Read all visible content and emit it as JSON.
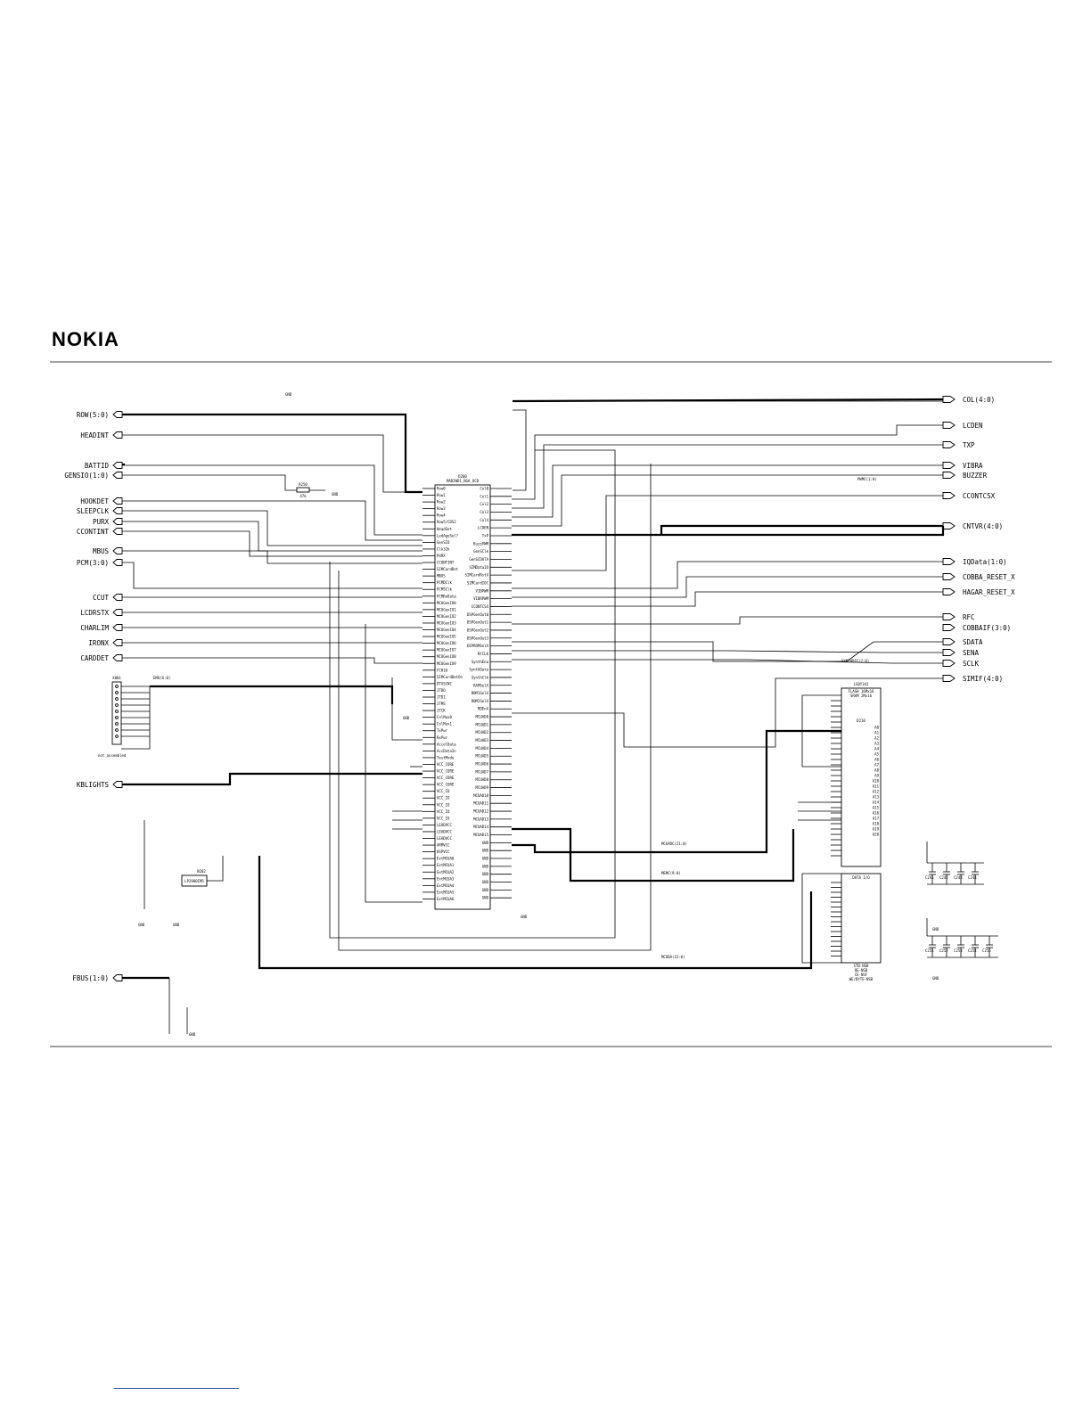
{
  "header": {
    "logo": "NOKIA"
  },
  "schematic": {
    "left_ports": [
      {
        "id": "row",
        "label": "ROW(5:0)"
      },
      {
        "id": "headint",
        "label": "HEADINT"
      },
      {
        "id": "battid",
        "label": "BATTID"
      },
      {
        "id": "genseio",
        "label": "GENSIO(1:0)"
      },
      {
        "id": "hookdet",
        "label": "HOOKDET"
      },
      {
        "id": "sleepclk",
        "label": "SLEEPCLK"
      },
      {
        "id": "purx",
        "label": "PURX"
      },
      {
        "id": "ccontint",
        "label": "CCONTINT"
      },
      {
        "id": "mbus",
        "label": "MBUS"
      },
      {
        "id": "pcm",
        "label": "PCM(3:0)"
      },
      {
        "id": "ccut",
        "label": "CCUT"
      },
      {
        "id": "lcdrstx",
        "label": "LCDRSTX"
      },
      {
        "id": "charlim",
        "label": "CHARLIM"
      },
      {
        "id": "irons",
        "label": "IRONX"
      },
      {
        "id": "carddet",
        "label": "CARDDET"
      },
      {
        "id": "kblights",
        "label": "KBLIGHTS"
      },
      {
        "id": "fbus",
        "label": "FBUS(1:0)"
      }
    ],
    "right_ports": [
      {
        "id": "col",
        "label": "COL(4:0)"
      },
      {
        "id": "lcden",
        "label": "LCDEN"
      },
      {
        "id": "txp",
        "label": "TXP"
      },
      {
        "id": "vibra",
        "label": "VIBRA"
      },
      {
        "id": "buzzer",
        "label": "BUZZER"
      },
      {
        "id": "ccontcsx",
        "label": "CCONTCSX"
      },
      {
        "id": "cntvr",
        "label": "CNTVR(4:0)"
      },
      {
        "id": "iqdata",
        "label": "IQData(1:0)"
      },
      {
        "id": "cobba_reset",
        "label": "COBBA_RESET_X"
      },
      {
        "id": "hagar_reset",
        "label": "HAGAR_RESET_X"
      },
      {
        "id": "rfc",
        "label": "RFC"
      },
      {
        "id": "cobbaif",
        "label": "COBBAIF(3:0)"
      },
      {
        "id": "sdata",
        "label": "SDATA"
      },
      {
        "id": "sena",
        "label": "SENA"
      },
      {
        "id": "sclk",
        "label": "SCLK"
      },
      {
        "id": "simif",
        "label": "SIMIF(4:0)"
      }
    ],
    "bus_labels": {
      "mcuadc": "MCUADC(21:0)",
      "memc": "MEMC(9:0)",
      "mcuda": "MCUDA(15:0)",
      "emu": "EMU(6:0)",
      "pwmc": "PWMC(1:0)",
      "synthdfc": "SYNTHDFC(2:0)"
    },
    "components": {
      "mad_ref": "D200",
      "mad_part": "MAD2WD1_BGA_OCB",
      "flash_ref": "D210",
      "flash_title": "LS0Y341",
      "flash_sub1": "FLASH 16Mx16",
      "flash_sub2": "SRAM 2Mx16",
      "data_io": "DATA I/O",
      "emu_ref": "X001",
      "emu_note": "not_assembled",
      "regulator": "LP2980IM5",
      "regulator_ref": "N202",
      "r250": "R250",
      "r250_val": "47k",
      "gnd": "GND"
    },
    "mad_left_pins": [
      "Row0",
      "Row1",
      "Row2",
      "Row3",
      "Row4",
      "Row5/CDS2",
      "HeadSet",
      "LedAgeSel?",
      "GenSIO",
      "Clk32k",
      "PURX",
      "CCONTINT",
      "SIMCardDet",
      "MBUS",
      "PCMDClk",
      "PCMSClk",
      "PCMRxData",
      "MCUGenIO0",
      "MCUGenIO1",
      "MCUGenIO2",
      "MCUGenIO3",
      "MCUGenIO4",
      "MCUGenIO5",
      "MCUGenIO6",
      "MCUGenIO7",
      "MCUGenIO8",
      "MCUGenIO9",
      "FCH10",
      "SIMCardDetOn",
      "DTXSCNC",
      "JTDO",
      "JTDI",
      "JTMS",
      "JTCK",
      "ColMux0",
      "ColMux1",
      "TxPwr",
      "RxPwr",
      "AccelData",
      "AccDataIn",
      "TestMode",
      "VCC_CORE",
      "VCC_CORE",
      "VCC_CORE",
      "VCC_CORE",
      "VCC_IO",
      "VCC_IO",
      "VCC_IO",
      "VCC_IO",
      "VCC_IO",
      "LEADVCC",
      "LEADVCC",
      "LEADVCC",
      "ARMVCC",
      "DSPVCC",
      "ExtMCUA0",
      "ExtMCUA1",
      "ExtMCUA2",
      "ExtMCUA3",
      "ExtMCUA4",
      "ExtMCUA5",
      "ExtMCUA6"
    ],
    "mad_right_pins": [
      "Col0",
      "Col1",
      "Col2",
      "Col3",
      "Col4",
      "LCDEN",
      "TxP",
      "BuzzPWM",
      "GenSClk",
      "GenSCDATA",
      "SIMDataIO",
      "SIMCardRstX",
      "SIMCardIOC",
      "VIBPWM",
      "VIBRPWM",
      "CCONTCSX",
      "DSPGenOut0",
      "DSPGenOut1",
      "DSPGenOut2",
      "DSPGenOut3",
      "EEPROMSelX",
      "RFCLK",
      "SynthEna",
      "SynthData",
      "SynthClk",
      "RAMSelX",
      "ROM1SelX",
      "ROM2SelX",
      "RDEnX",
      "MCUAD0",
      "MCUAD1",
      "MCUAD2",
      "MCUAD3",
      "MCUAD4",
      "MCUAD5",
      "MCUAD6",
      "MCUAD7",
      "MCUAD8",
      "MCUAD9",
      "MCUAD10",
      "MCUAD11",
      "MCUAD12",
      "MCUAD13",
      "MCUAD14",
      "MCUAD15",
      "GND",
      "GND",
      "GND",
      "GND",
      "GND",
      "GND",
      "GND",
      "GND"
    ],
    "flash_right_pins": [
      "A0",
      "A1",
      "A2",
      "A3",
      "A4",
      "A5",
      "A6",
      "A7",
      "A8",
      "A9",
      "A10",
      "A11",
      "A12",
      "A13",
      "A14",
      "A15",
      "A16",
      "A17",
      "A18",
      "A19",
      "A20"
    ],
    "caps_top": [
      "C241",
      "C242",
      "C243",
      "C244"
    ],
    "caps_bottom": [
      "C251",
      "C252",
      "C253",
      "C254",
      "C255"
    ],
    "flash_footer": [
      "STB-NSB",
      "OE-NSB",
      "CE-NSF",
      "WE/BYTE-NSB"
    ]
  }
}
